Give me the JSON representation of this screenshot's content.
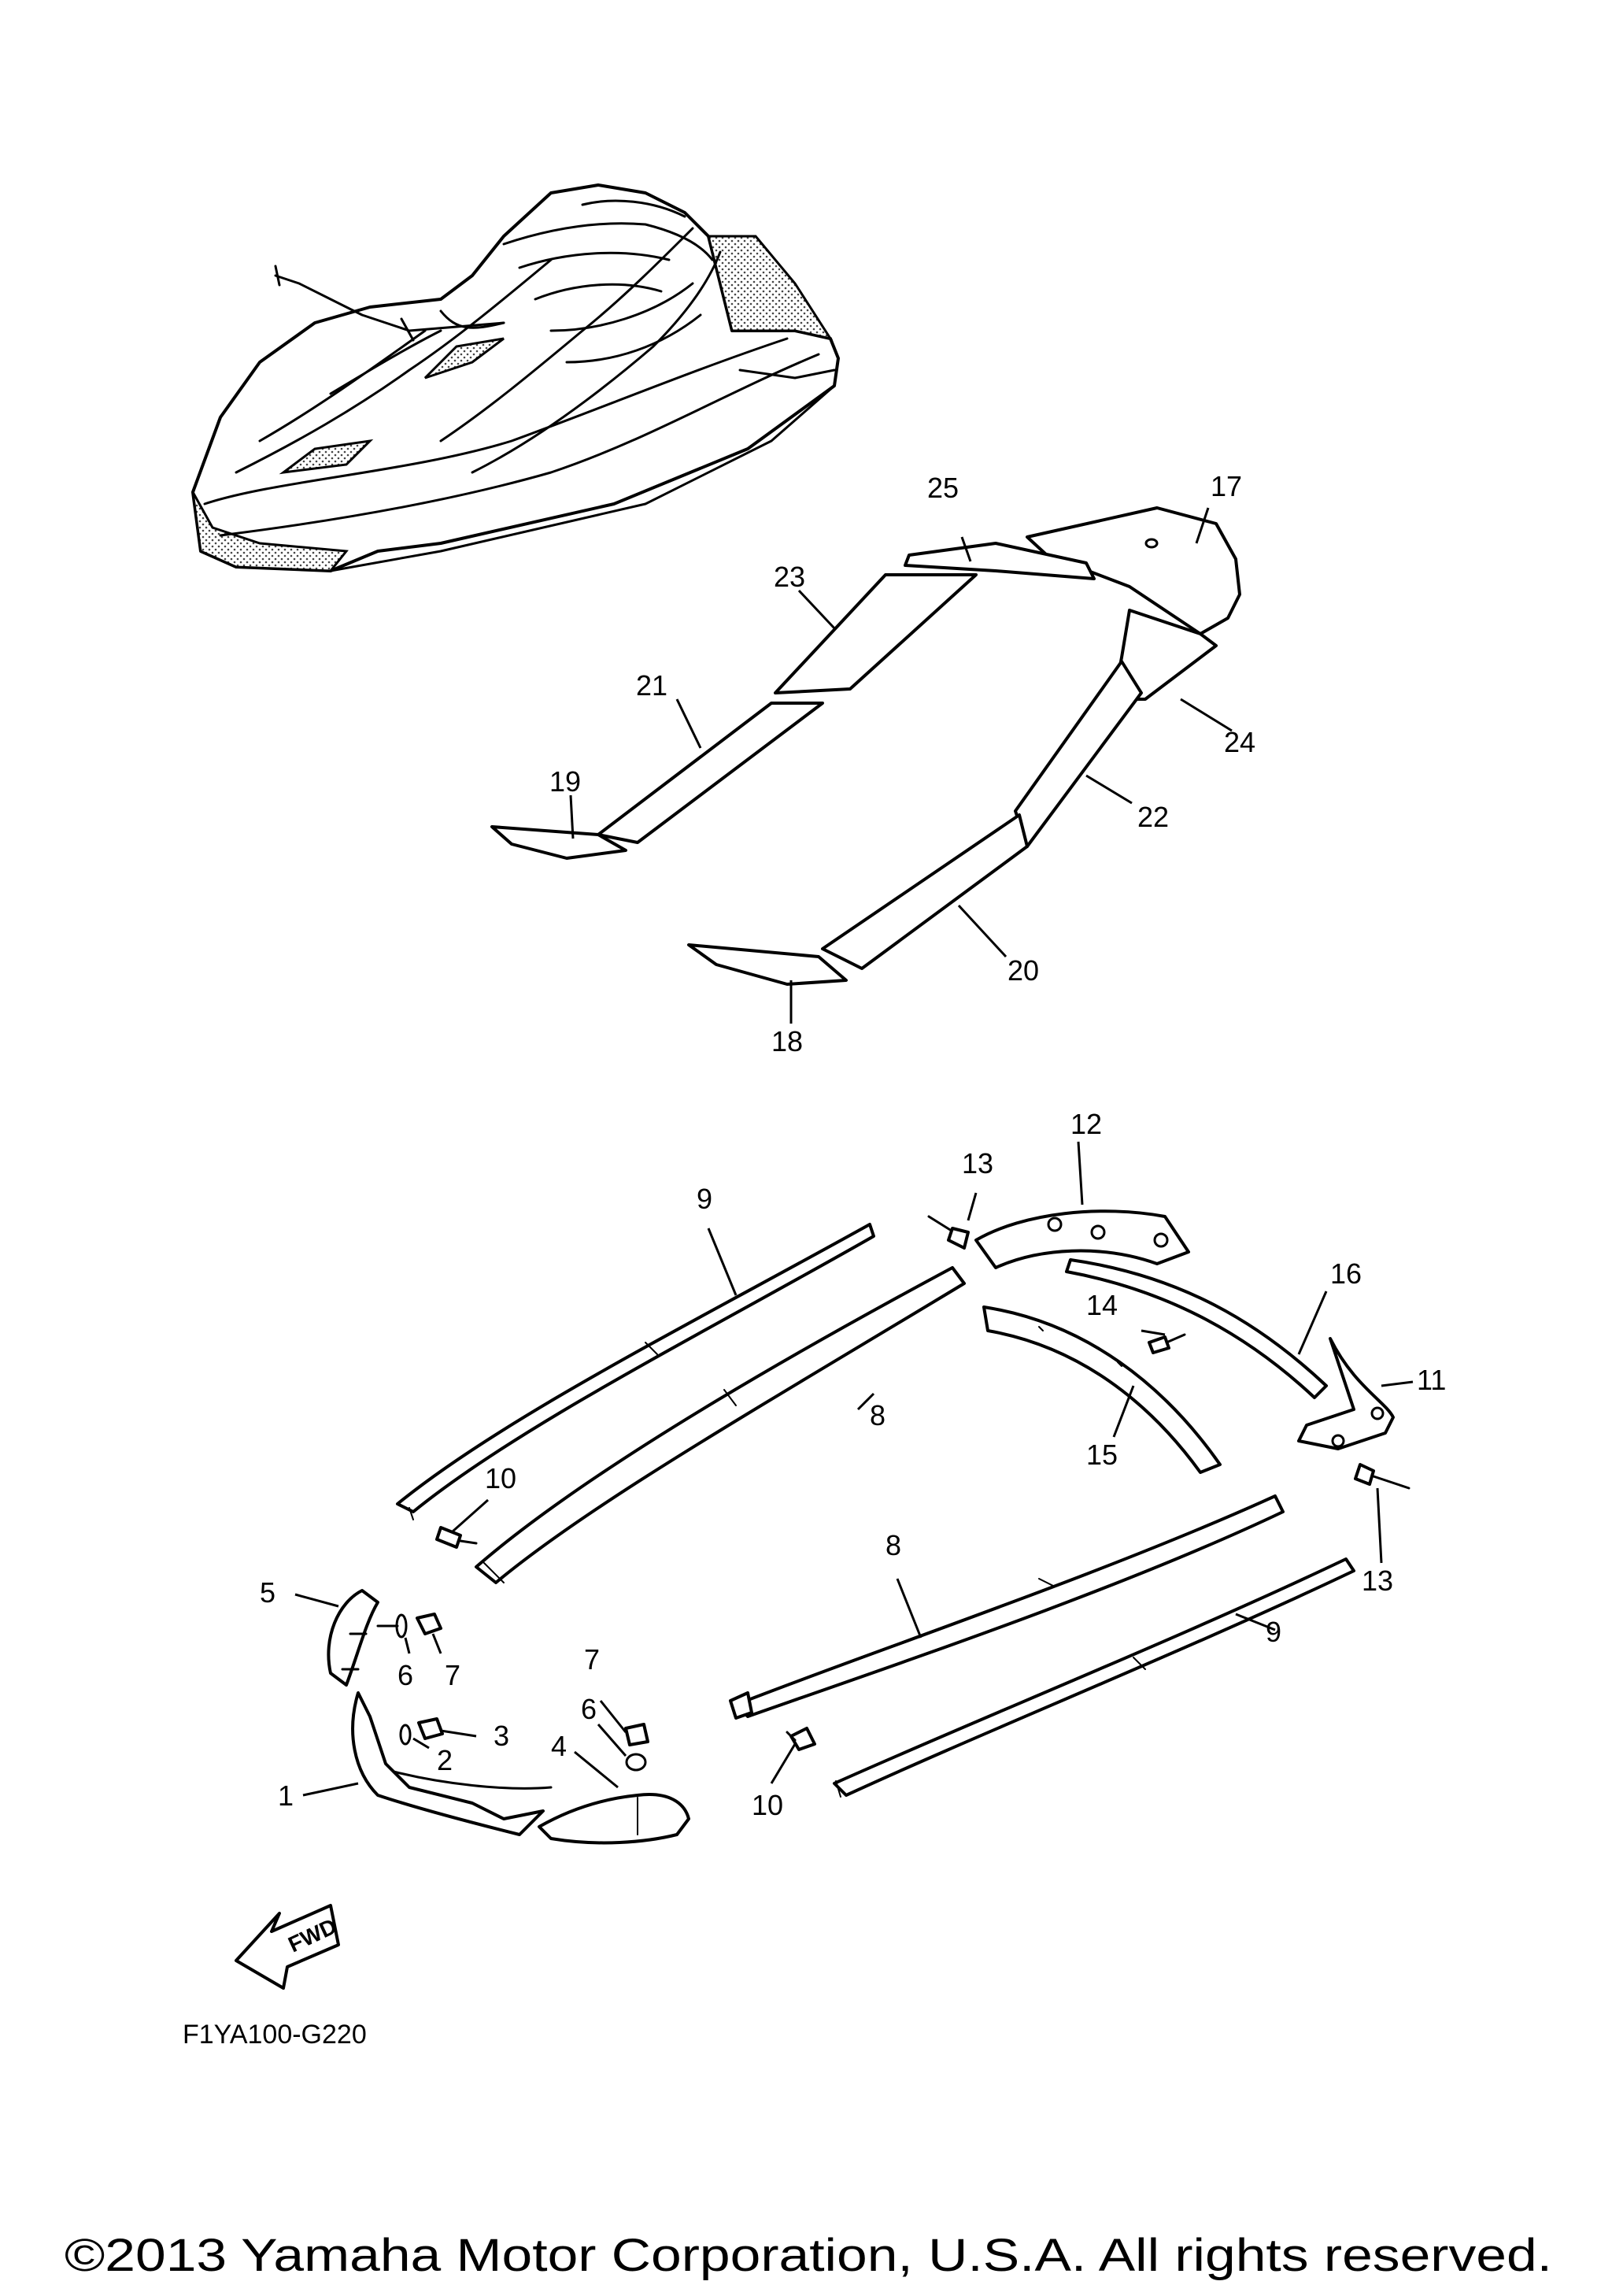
{
  "diagram": {
    "callouts": {
      "p1": "1",
      "p2": "2",
      "p3": "3",
      "p4": "4",
      "p5": "5",
      "p6a": "6",
      "p6b": "6",
      "p7a": "7",
      "p7b": "7",
      "p8a": "8",
      "p8b": "8",
      "p9a": "9",
      "p9b": "9",
      "p10a": "10",
      "p10b": "10",
      "p11": "11",
      "p12": "12",
      "p13a": "13",
      "p13b": "13",
      "p14": "14",
      "p15": "15",
      "p16": "16",
      "p17": "17",
      "p18": "18",
      "p19": "19",
      "p20": "20",
      "p21": "21",
      "p22": "22",
      "p23": "23",
      "p24": "24",
      "p25": "25"
    },
    "fwd_label": "FWD",
    "drawing_code": "F1YA100-G220",
    "copyright": "©2013 Yamaha Motor Corporation, U.S.A. All rights reserved."
  }
}
